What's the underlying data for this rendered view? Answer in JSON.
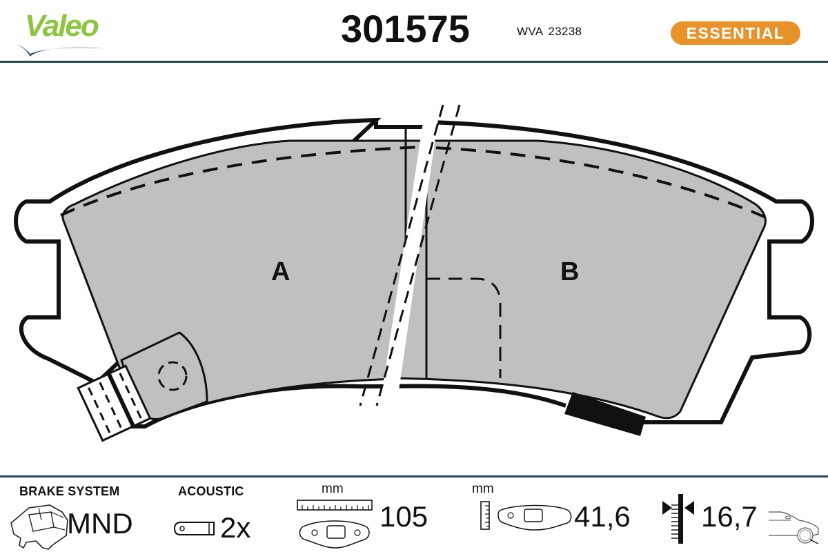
{
  "header": {
    "brand": "Valeo",
    "part_number": "301575",
    "wva_label": "WVA",
    "wva_number": "23238",
    "badge": "ESSENTIAL",
    "colors": {
      "brand_green": "#8cc63f",
      "brand_swoosh": "#2a5468",
      "badge_orange": "#e8922a",
      "separator": "#1f4a5a",
      "pad_fill": "#c0c0c0"
    }
  },
  "drawing": {
    "label_a": "A",
    "label_b": "B"
  },
  "footer": {
    "brake_system": {
      "label": "BRAKE SYSTEM",
      "value": "MND",
      "icon": "brake-caliper-icon"
    },
    "acoustic": {
      "label": "ACOUSTIC",
      "value": "2x",
      "icon": "wear-indicator-clip-icon"
    },
    "width": {
      "unit": "mm",
      "value": "105",
      "icon": "pad-width-ruler-icon"
    },
    "height": {
      "unit": "mm",
      "value": "41,6",
      "icon": "pad-height-ruler-icon"
    },
    "thickness": {
      "value": "16,7",
      "icon": "thickness-gauge-icon"
    },
    "axle": {
      "icon": "car-front-axle-icon"
    }
  }
}
